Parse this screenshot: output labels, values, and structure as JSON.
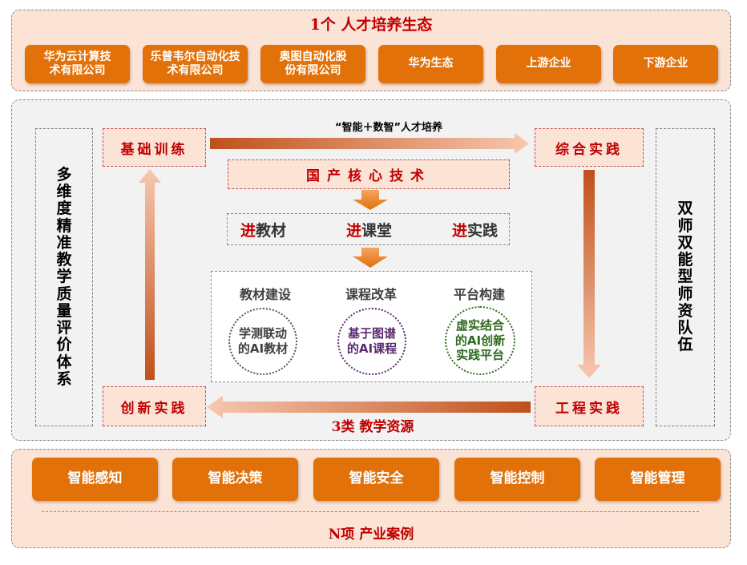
{
  "top": {
    "title": "1个 人才培养生态",
    "partners": [
      "华为云计算技术有限公司",
      "乐普韦尔自动化技术有限公司",
      "奥图自动化股份有限公司",
      "华为生态",
      "上游企业",
      "下游企业"
    ]
  },
  "middle": {
    "left_vertical": "多维度精准教学质量评价体系",
    "right_vertical": "双师双能型师资队伍",
    "top_arrow_label": "“智能＋数智”人才培养",
    "bottom_arrow_label": "3类 教学资源",
    "stages": {
      "basic": "基础训练",
      "comprehensive": "综合实践",
      "engineering": "工程实践",
      "innovation": "创新实践"
    },
    "core_tech": "国产核心技术",
    "entries": [
      {
        "mark": "进",
        "text": "教材"
      },
      {
        "mark": "进",
        "text": "课堂"
      },
      {
        "mark": "进",
        "text": "实践"
      }
    ],
    "columns": [
      {
        "heading": "教材建设",
        "circle": "学测联动的AI教材"
      },
      {
        "heading": "课程改革",
        "circle": "基于图谱的AI课程"
      },
      {
        "heading": "平台构建",
        "circle": "虚实结合的AI创新实践平台"
      }
    ]
  },
  "bottom": {
    "title": "N项 产业案例",
    "cases": [
      "智能感知",
      "智能决策",
      "智能安全",
      "智能控制",
      "智能管理"
    ]
  },
  "colors": {
    "accent_orange": "#e2710a",
    "title_red": "#c00000",
    "panel_pink": "#fbe3d6",
    "circle_gray": "#555555",
    "circle_purple": "#5b2a6e",
    "circle_green": "#2e6b1f"
  }
}
